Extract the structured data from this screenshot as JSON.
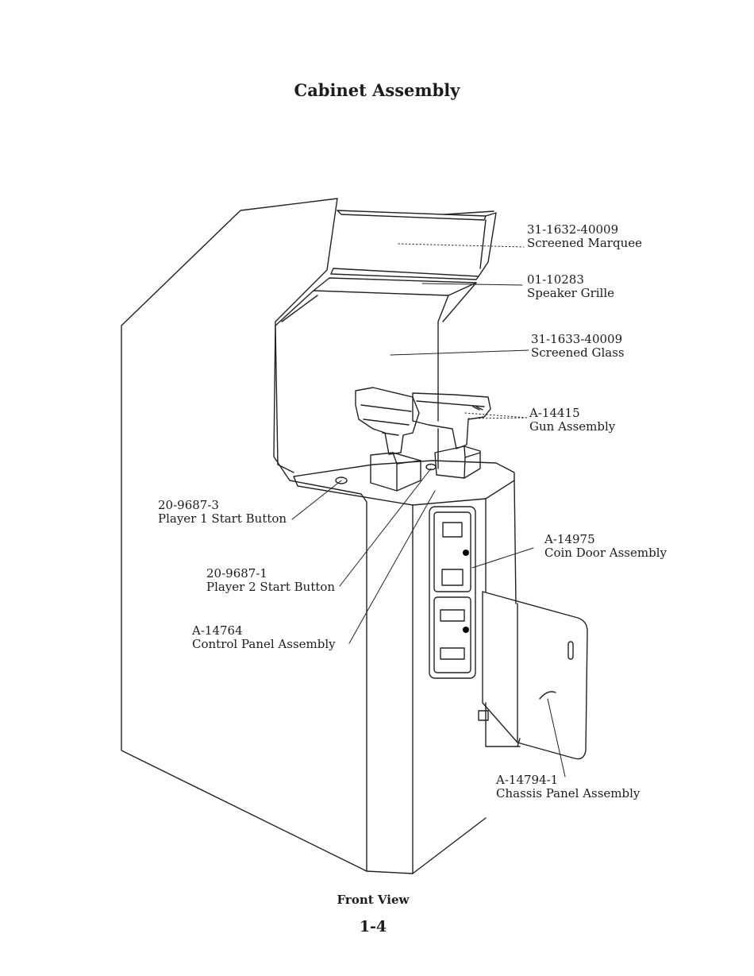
{
  "title": "Cabinet Assembly",
  "callouts": [
    {
      "part_number": "31-1632-40009",
      "description": "Screened Marquee"
    },
    {
      "part_number": "01-10283",
      "description": "Speaker Grille"
    },
    {
      "part_number": "31-1633-40009",
      "description": "Screened Glass"
    },
    {
      "part_number": "A-14415",
      "description": "Gun Assembly"
    },
    {
      "part_number": "20-9687-3",
      "description": "Player 1 Start Button"
    },
    {
      "part_number": "A-14975",
      "description": "Coin Door Assembly"
    },
    {
      "part_number": "20-9687-1",
      "description": "Player 2 Start Button"
    },
    {
      "part_number": "A-14764",
      "description": "Control Panel Assembly"
    },
    {
      "part_number": "A-14794-1",
      "description": "Chassis Panel Assembly"
    }
  ],
  "caption": "Front View",
  "page_number": "1-4"
}
